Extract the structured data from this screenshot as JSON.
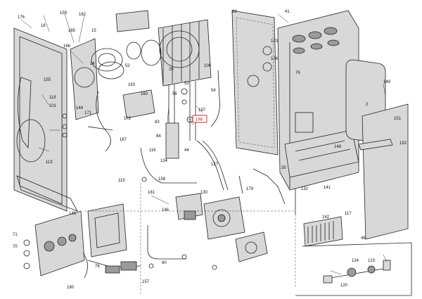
{
  "highlight": {
    "label": "198",
    "color": "#d62020"
  },
  "callouts": [
    {
      "id": "c176",
      "label": "176"
    },
    {
      "id": "c18a",
      "label": "18"
    },
    {
      "id": "c159",
      "label": "159"
    },
    {
      "id": "c162",
      "label": "162"
    },
    {
      "id": "c165",
      "label": "165"
    },
    {
      "id": "c15",
      "label": "15"
    },
    {
      "id": "c166",
      "label": "166"
    },
    {
      "id": "c14",
      "label": "14"
    },
    {
      "id": "c52",
      "label": "52"
    },
    {
      "id": "c144",
      "label": "144"
    },
    {
      "id": "c163",
      "label": "163"
    },
    {
      "id": "c155",
      "label": "155"
    },
    {
      "id": "c119",
      "label": "119"
    },
    {
      "id": "c101",
      "label": "101"
    },
    {
      "id": "c171",
      "label": "171"
    },
    {
      "id": "c172",
      "label": "172"
    },
    {
      "id": "c167",
      "label": "167"
    },
    {
      "id": "c113",
      "label": "113"
    },
    {
      "id": "c25",
      "label": "25"
    },
    {
      "id": "c56",
      "label": "56"
    },
    {
      "id": "c160",
      "label": "160"
    },
    {
      "id": "c83",
      "label": "83"
    },
    {
      "id": "c84",
      "label": "84"
    },
    {
      "id": "c116",
      "label": "116"
    },
    {
      "id": "c93",
      "label": "93"
    },
    {
      "id": "c197",
      "label": "197"
    },
    {
      "id": "c44",
      "label": "44"
    },
    {
      "id": "c115",
      "label": "115"
    },
    {
      "id": "c158",
      "label": "158"
    },
    {
      "id": "c181",
      "label": "181"
    },
    {
      "id": "c130",
      "label": "130"
    },
    {
      "id": "c134",
      "label": "134"
    },
    {
      "id": "c127",
      "label": "127"
    },
    {
      "id": "c69",
      "label": "69"
    },
    {
      "id": "c41",
      "label": "41"
    },
    {
      "id": "c149",
      "label": "149"
    },
    {
      "id": "c2",
      "label": "2"
    },
    {
      "id": "c148",
      "label": "148"
    },
    {
      "id": "c152",
      "label": "152"
    },
    {
      "id": "c151",
      "label": "151"
    },
    {
      "id": "c141",
      "label": "141"
    },
    {
      "id": "c142",
      "label": "142"
    },
    {
      "id": "c46",
      "label": "46"
    },
    {
      "id": "c70",
      "label": "70"
    },
    {
      "id": "c180",
      "label": "180"
    },
    {
      "id": "c157",
      "label": "157"
    },
    {
      "id": "c76",
      "label": "76"
    },
    {
      "id": "c120",
      "label": "120"
    },
    {
      "id": "c179",
      "label": "179"
    },
    {
      "id": "c117",
      "label": "117"
    },
    {
      "id": "c124",
      "label": "124"
    },
    {
      "id": "c123",
      "label": "123"
    },
    {
      "id": "c35",
      "label": "35"
    },
    {
      "id": "c71",
      "label": "71"
    },
    {
      "id": "c145",
      "label": "145"
    },
    {
      "id": "c106",
      "label": "106"
    },
    {
      "id": "c132",
      "label": "132"
    },
    {
      "id": "c54",
      "label": "54"
    },
    {
      "id": "c60",
      "label": "60"
    },
    {
      "id": "c76b",
      "label": "76"
    },
    {
      "id": "c146",
      "label": "146"
    },
    {
      "id": "c173",
      "label": "173"
    },
    {
      "id": "c174",
      "label": "174"
    }
  ]
}
